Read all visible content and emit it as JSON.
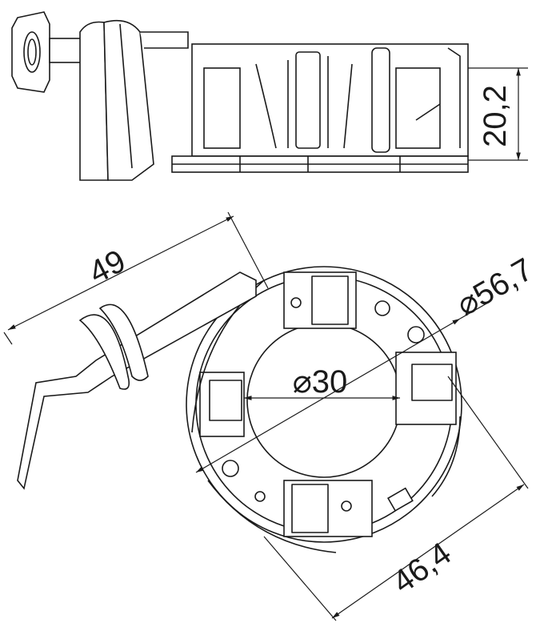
{
  "drawing": {
    "top_view": {
      "height_dimension": "20,2"
    },
    "front_view": {
      "lead_length_dimension": "49",
      "outer_diameter_dimension": "⌀56,7",
      "inner_diameter_dimension": "⌀30",
      "width_dimension": "46,4"
    }
  }
}
